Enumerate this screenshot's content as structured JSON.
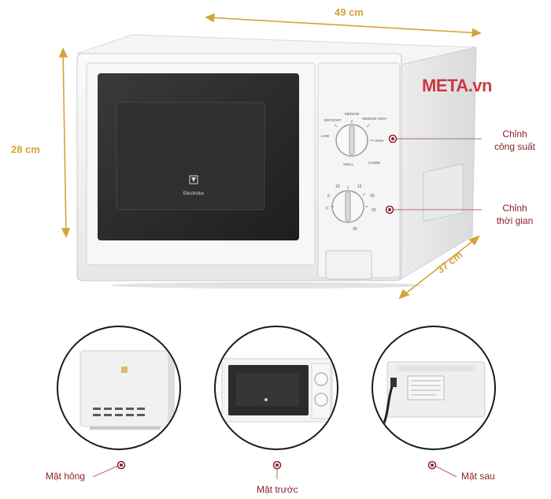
{
  "dimensions": {
    "width": "49 cm",
    "height": "28 cm",
    "depth": "37 cm"
  },
  "watermark": "META.vn",
  "product_brand": "Electrolux",
  "callouts": {
    "power": [
      "Chỉnh",
      "công suất"
    ],
    "timer": [
      "Chỉnh",
      "thời gian"
    ]
  },
  "dial_labels": {
    "power": [
      "DEFROST",
      "MEDIUM",
      "MEDIUM HIGH",
      "HIGH",
      "LOW",
      "COMBI",
      "GRILL"
    ],
    "timer": [
      "0",
      "5",
      "10",
      "15",
      "20",
      "25",
      "30"
    ]
  },
  "views": [
    {
      "label": "Mặt hông"
    },
    {
      "label": "Mặt trước"
    },
    {
      "label": "Mặt sau"
    }
  ],
  "colors": {
    "accent": "#8a1f2a",
    "dimension": "#d6a23a",
    "body": "#f2f3f3",
    "window": "#2a2a2c"
  }
}
